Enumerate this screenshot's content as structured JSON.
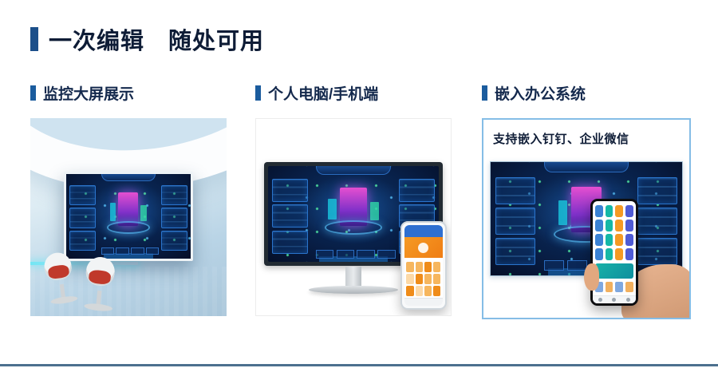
{
  "page": {
    "title": "一次编辑　随处可用"
  },
  "colors": {
    "accent": "#1b4f8a",
    "section_accent": "#1b5c9e",
    "heading_text": "#0e1c36",
    "section_text": "#14294d",
    "panel_border": "#85bde6",
    "bottom_divider": "#4c708e"
  },
  "sections": [
    {
      "label": "监控大屏展示"
    },
    {
      "label": "个人电脑/手机端"
    },
    {
      "label": "嵌入办公系统",
      "note": "支持嵌入钉钉、企业微信"
    }
  ]
}
